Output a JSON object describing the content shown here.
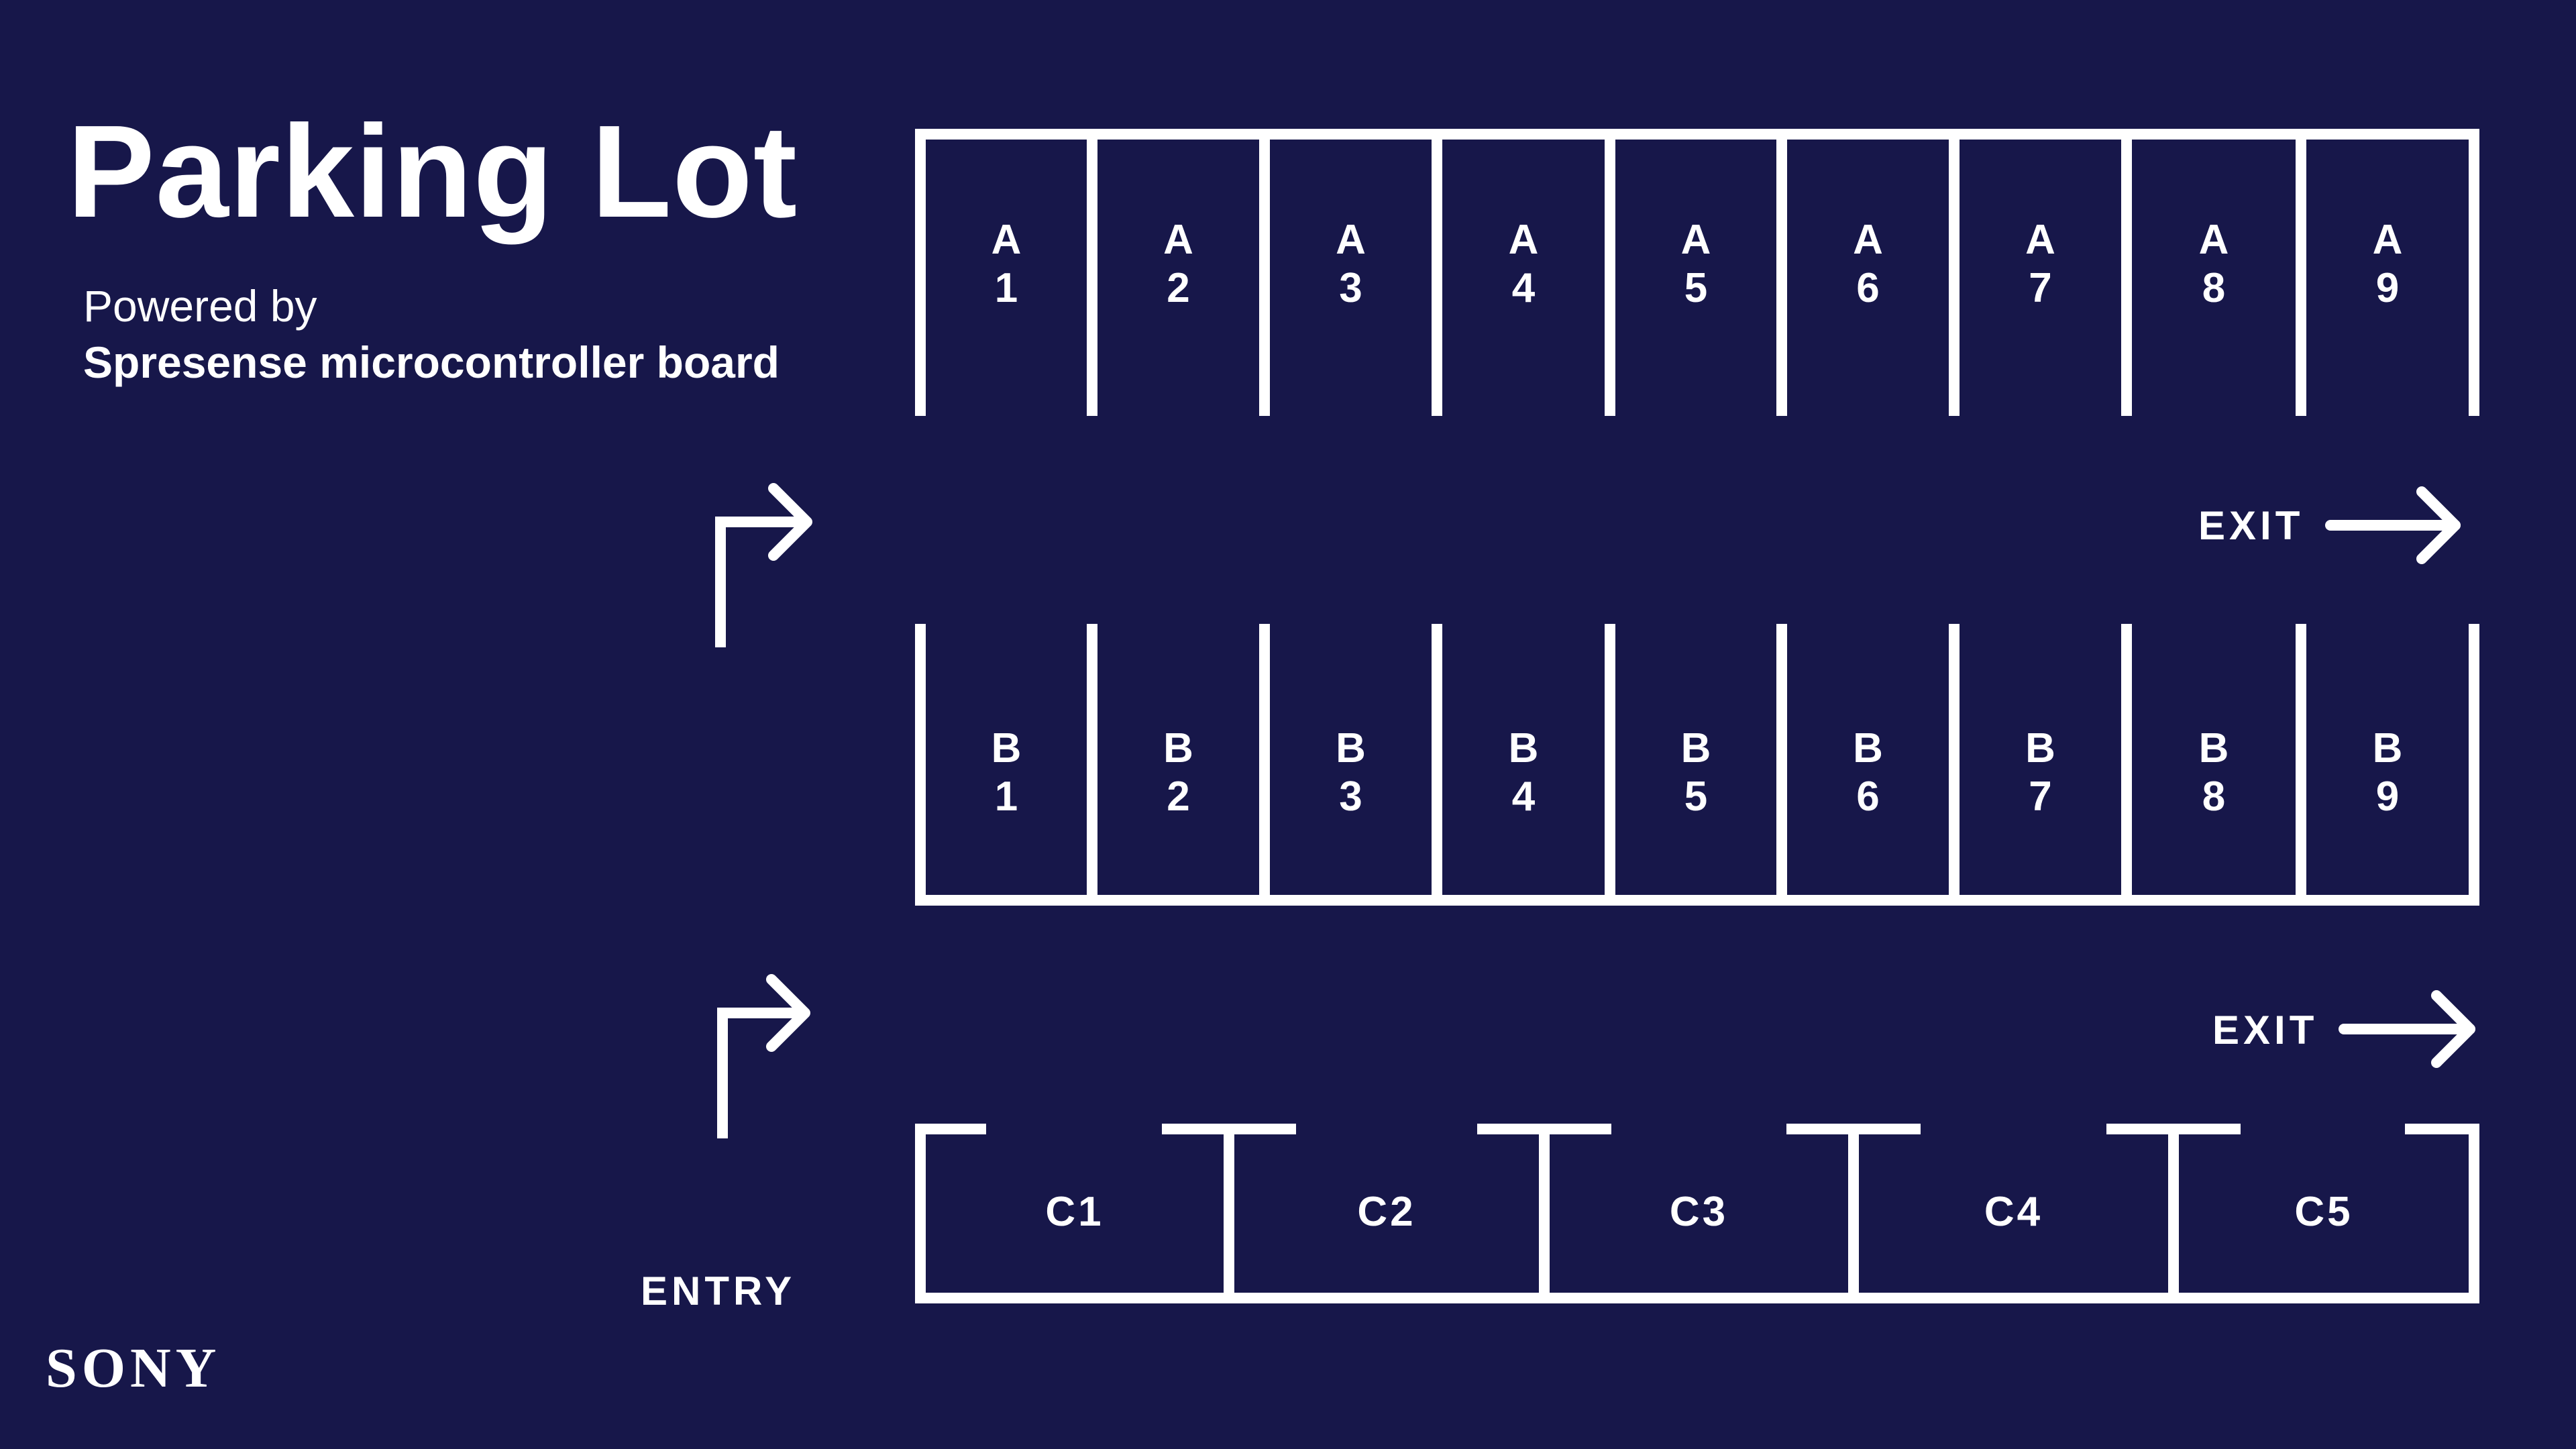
{
  "title": "Parking Lot",
  "powered_by": "Powered by",
  "board": "Spresense microcontroller board",
  "brand": "SONY",
  "entry_label": "ENTRY",
  "exit_label": "EXIT",
  "row_a": {
    "letter": "A",
    "numbers": [
      "1",
      "2",
      "3",
      "4",
      "5",
      "6",
      "7",
      "8",
      "9"
    ]
  },
  "row_b": {
    "letter": "B",
    "numbers": [
      "1",
      "2",
      "3",
      "4",
      "5",
      "6",
      "7",
      "8",
      "9"
    ]
  },
  "row_c": [
    "C1",
    "C2",
    "C3",
    "C4",
    "C5"
  ],
  "colors": {
    "background": "#17174a",
    "line": "#ffffff"
  }
}
